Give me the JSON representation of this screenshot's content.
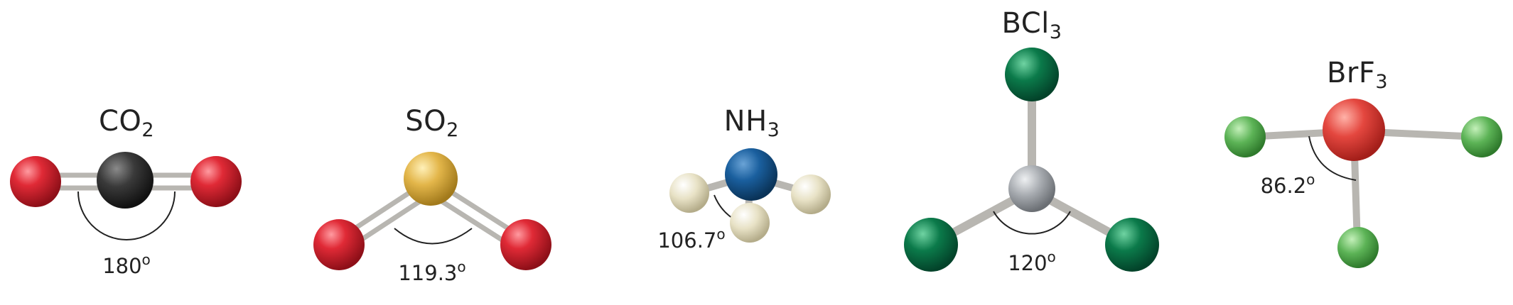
{
  "molecules": [
    {
      "formula": {
        "base": "CO",
        "sub": "2"
      },
      "angle": {
        "value": "180",
        "unit": "o"
      },
      "atoms": {
        "center": "carbon-atom",
        "outer": "oxygen-atom"
      },
      "colors": {
        "center": "#3a3a3a",
        "outer": "#e02a36"
      }
    },
    {
      "formula": {
        "base": "SO",
        "sub": "2"
      },
      "angle": {
        "value": "119.3",
        "unit": "o"
      },
      "atoms": {
        "center": "sulfur-atom",
        "outer": "oxygen-atom"
      },
      "colors": {
        "center": "#e3b64a",
        "outer": "#e02a36"
      }
    },
    {
      "formula": {
        "base": "NH",
        "sub": "3"
      },
      "angle": {
        "value": "106.7",
        "unit": "o"
      },
      "atoms": {
        "center": "nitrogen-atom",
        "outer": "hydrogen-atom"
      },
      "colors": {
        "center": "#1a5f9e",
        "outer": "#e8e2c6"
      }
    },
    {
      "formula": {
        "base": "BCl",
        "sub": "3"
      },
      "angle": {
        "value": "120",
        "unit": "o"
      },
      "atoms": {
        "center": "boron-atom",
        "outer": "chlorine-atom"
      },
      "colors": {
        "center": "#a7abb0",
        "outer": "#0b7a4a"
      }
    },
    {
      "formula": {
        "base": "BrF",
        "sub": "3"
      },
      "angle": {
        "value": "86.2",
        "unit": "o"
      },
      "atoms": {
        "center": "bromine-atom",
        "outer": "fluorine-atom"
      },
      "colors": {
        "center": "#e4473f",
        "outer": "#5cb356"
      }
    }
  ]
}
